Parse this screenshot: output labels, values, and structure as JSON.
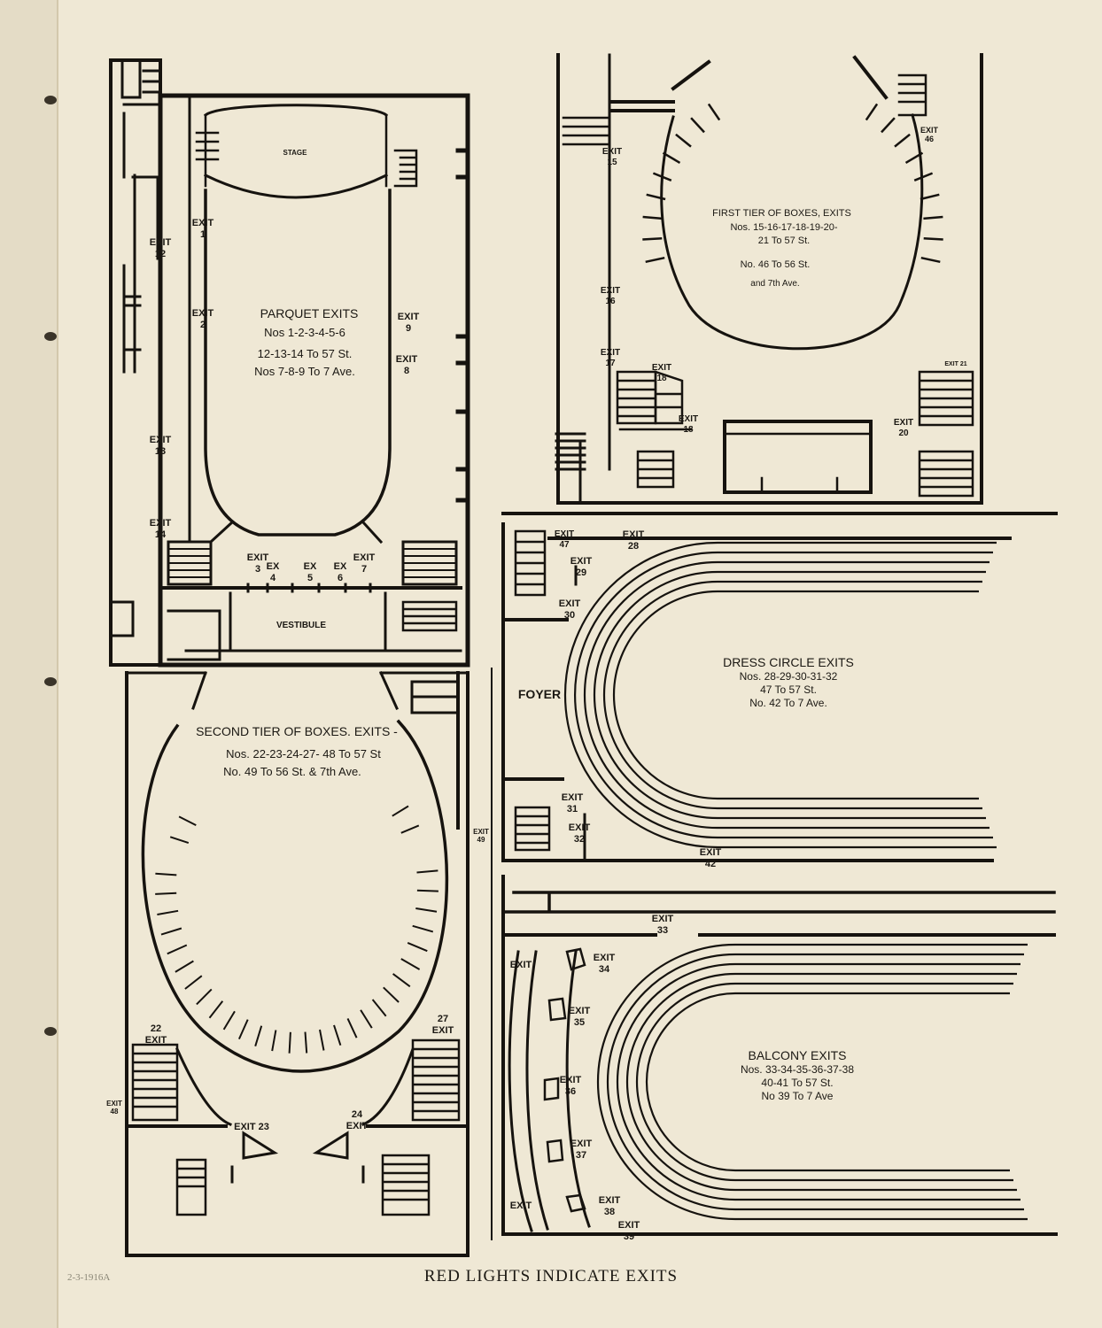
{
  "caption": "RED LIGHTS INDICATE EXITS",
  "pencil_note": "2-3-1916A",
  "parquet": {
    "stage": "STAGE",
    "vestibule": "VESTIBULE",
    "title": "PARQUET EXITS",
    "line1": "Nos 1-2-3-4-5-6",
    "line2": "12-13-14 To 57 St.",
    "line3": "Nos 7-8-9 To 7 Ave.",
    "exits": {
      "e1": "EXIT\n1",
      "e2": "EXIT\n2",
      "e3": "EXIT\n3",
      "e4": "EX\n4",
      "e5": "EX\n5",
      "e6": "EX\n6",
      "e7": "EXIT\n7",
      "e8": "EXIT\n8",
      "e9": "EXIT\n9",
      "e12": "EXIT\n12",
      "e13": "EXIT\n13",
      "e14": "EXIT\n14"
    }
  },
  "first_tier": {
    "title": "FIRST TIER OF BOXES, EXITS",
    "line1": "Nos. 15-16-17-18-19-20-",
    "line2": "21 To 57 St.",
    "line3": "No. 46 To 56 St.",
    "line4": "and 7th Ave.",
    "exits": {
      "e15": "EXIT\n15",
      "e16": "EXIT\n16",
      "e17": "EXIT\n17",
      "e18a": "EXIT\n18",
      "e18b": "EXIT\n18",
      "e20": "EXIT\n20",
      "e46": "EXIT\n46",
      "e21": "EXIT 21"
    }
  },
  "second_tier": {
    "title": "SECOND TIER OF BOXES. EXITS -",
    "line1": "Nos. 22-23-24-27- 48 To 57 St",
    "line2": "No. 49 To 56 St. & 7th Ave.",
    "exits": {
      "e22": "22\nEXIT",
      "e23": "EXIT 23",
      "e24": "24\nEXIT",
      "e27": "27\nEXIT",
      "e48": "EXIT\n48",
      "e49": "EXIT\n49"
    }
  },
  "dress_circle": {
    "foyer": "FOYER",
    "title": "DRESS CIRCLE EXITS",
    "line1": "Nos. 28-29-30-31-32",
    "line2": "47 To 57 St.",
    "line3": "No. 42 To 7 Ave.",
    "exits": {
      "e47": "EXIT\n47",
      "e28": "EXIT\n28",
      "e29": "EXIT\n29",
      "e30": "EXIT\n30",
      "e31": "EXIT\n31",
      "e32": "EXIT\n32",
      "e42": "EXIT\n42"
    }
  },
  "balcony": {
    "title": "BALCONY EXITS",
    "line1": "Nos. 33-34-35-36-37-38",
    "line2": "40-41 To 57 St.",
    "line3": "No 39 To 7 Ave",
    "exits": {
      "e33": "EXIT\n33",
      "e34": "EXIT\n34",
      "e35": "EXIT\n35",
      "e36": "EXIT\n36",
      "e37": "EXIT\n37",
      "e38": "EXIT\n38",
      "e39": "EXIT\n39",
      "e40": "EXIT",
      "e41": "EXIT"
    }
  }
}
